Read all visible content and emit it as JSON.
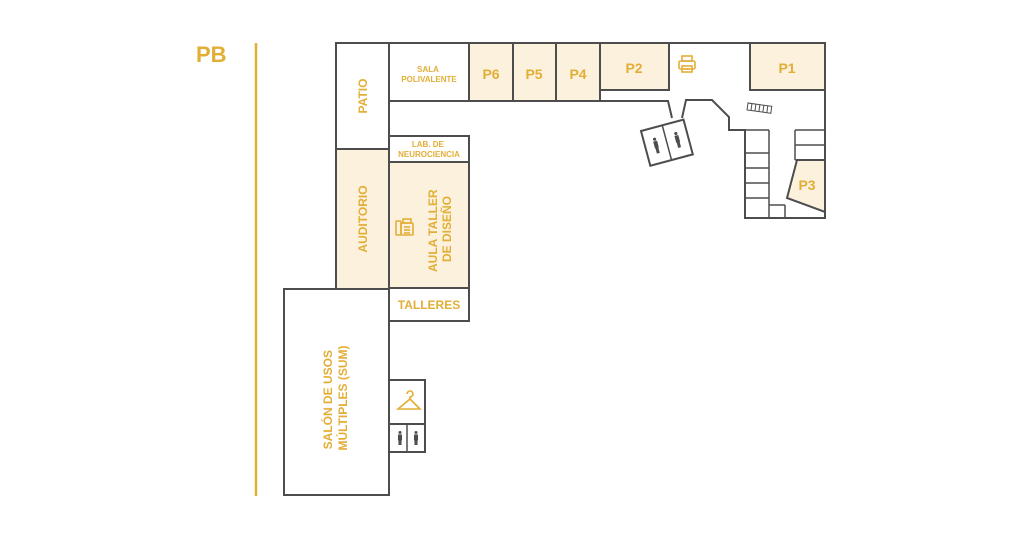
{
  "floor": {
    "label": "PB"
  },
  "rooms": {
    "patio": "PATIO",
    "sala_polivalente": [
      "SALA",
      "POLIVALENTE"
    ],
    "p6": "P6",
    "p5": "P5",
    "p4": "P4",
    "p2": "P2",
    "p1": "P1",
    "p3": "P3",
    "lab_neurociencia": [
      "LAB. DE",
      "NEUROCIENCIA"
    ],
    "auditorio": "AUDITORIO",
    "aula_taller": [
      "AULA TALLER",
      "DE DISEÑO"
    ],
    "talleres": "TALLERES",
    "sum": [
      "SALÓN DE USOS",
      "MÚLTIPLES (SUM)"
    ]
  },
  "icons": {
    "printer": "printer-icon",
    "fax": "fax-icon",
    "wardrobe": "hanger-icon",
    "restroom": "person-icon",
    "ramp": "ramp-icon"
  },
  "colors": {
    "accent": "#e3ae36",
    "room_fill": "#fbf1dc",
    "wall": "#4d4d4d",
    "background": "#ffffff"
  }
}
